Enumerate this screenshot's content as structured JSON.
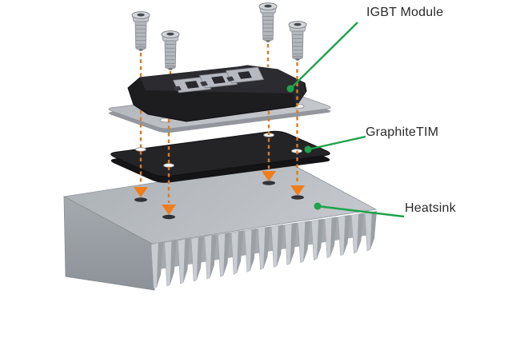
{
  "diagram": {
    "labels": {
      "igbt_module": "IGBT Module",
      "graphite_tim": "GraphiteTIM",
      "heatsink": "Heatsink"
    },
    "colors": {
      "leader_green": "#1EA24B",
      "screw_guide_orange": "#D97B22",
      "arrow_orange": "#F07D1A",
      "module_black": "#1D1D20",
      "tim_black": "#242427",
      "metal_gray": "#B7BBC0",
      "label_text": "#2B2B2B",
      "background": "#FFFFFF"
    }
  }
}
